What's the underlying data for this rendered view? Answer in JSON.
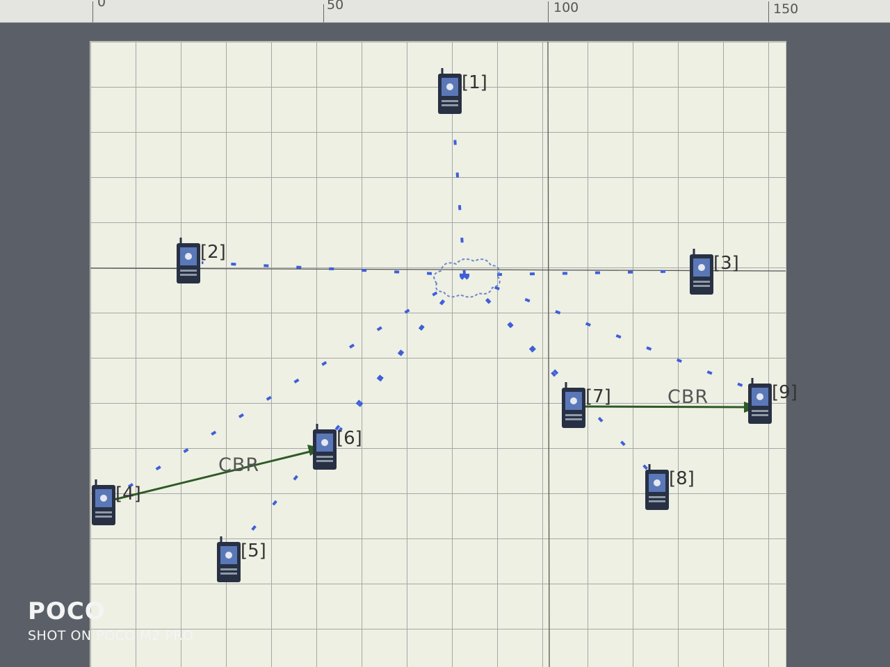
{
  "ruler": {
    "labels": [
      "0",
      "50",
      "100",
      "150"
    ]
  },
  "colors": {
    "route": "#3f5fd8",
    "flow": "#2f5a26",
    "node_body": "#283044",
    "node_screen": "#5a78b8"
  },
  "nodes": [
    {
      "label": "[1]"
    },
    {
      "label": "[2]"
    },
    {
      "label": "[3]"
    },
    {
      "label": "[4]"
    },
    {
      "label": "[5]"
    },
    {
      "label": "[6]"
    },
    {
      "label": "[7]"
    },
    {
      "label": "[8]"
    },
    {
      "label": "[9]"
    }
  ],
  "flows": [
    {
      "from": "[4]",
      "to": "[6]",
      "label": "CBR"
    },
    {
      "from": "[7]",
      "to": "[9]",
      "label": "CBR"
    }
  ],
  "watermark": {
    "brand": "POCO",
    "caption": "SHOT ON POCO M2 PRO"
  }
}
